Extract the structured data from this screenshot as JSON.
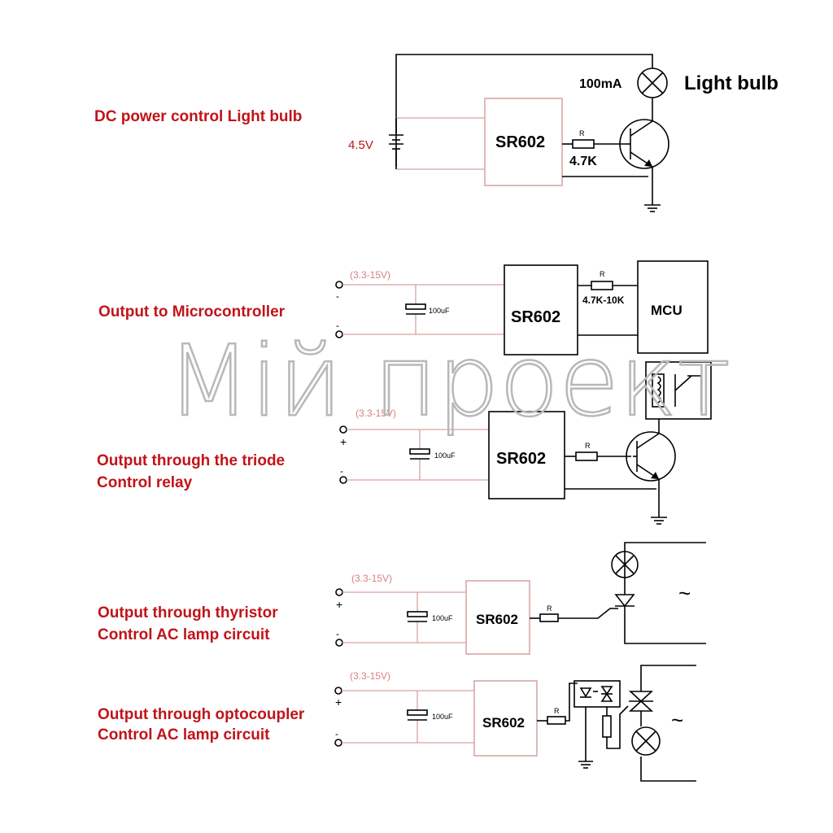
{
  "watermark": "Мій проект",
  "circuits": [
    {
      "title": "DC power control Light bulb",
      "chip": "SR602",
      "voltage": "4.5V",
      "resistor_tag": "R",
      "resistor_value": "4.7K",
      "current": "100mA",
      "load": "Light bulb"
    },
    {
      "title": "Output to Microcontroller",
      "chip": "SR602",
      "voltage": "(3.3-15V)",
      "capacitor": "100uF",
      "resistor_tag": "R",
      "resistor_value": "4.7K-10K",
      "load": "MCU"
    },
    {
      "title_line1": "Output through the triode",
      "title_line2": "Control relay",
      "chip": "SR602",
      "voltage": "(3.3-15V)",
      "capacitor": "100uF",
      "resistor_tag": "R"
    },
    {
      "title_line1": "Output through thyristor",
      "title_line2": "Control AC lamp circuit",
      "chip": "SR602",
      "voltage": "(3.3-15V)",
      "capacitor": "100uF",
      "resistor_tag": "R",
      "ac_symbol": "~"
    },
    {
      "title_line1": "Output through optocoupler",
      "title_line2": "Control AC lamp circuit",
      "chip": "SR602",
      "voltage": "(3.3-15V)",
      "capacitor": "100uF",
      "resistor_tag": "R",
      "ac_symbol": "~"
    }
  ],
  "symbols": {
    "plus": "+",
    "minus": "-"
  }
}
